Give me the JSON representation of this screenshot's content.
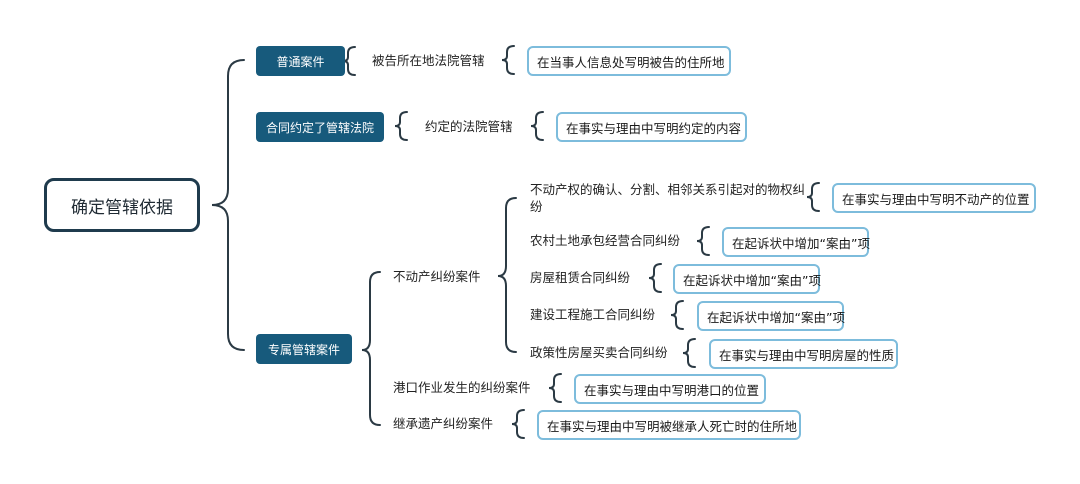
{
  "root": "确定管辖依据",
  "categories": {
    "ordinary": "普通案件",
    "agreed": "合同约定了管辖法院",
    "exclusive": "专属管辖案件"
  },
  "ordinary": {
    "rule": "被告所在地法院管辖",
    "note": "在当事人信息处写明被告的住所地"
  },
  "agreed": {
    "rule": "约定的法院管辖",
    "note": "在事实与理由中写明约定的内容"
  },
  "exclusive": {
    "real_estate": {
      "label": "不动产纠纷案件",
      "items": [
        {
          "label": "不动产权的确认、分割、相邻关系引起对的物权纠纷",
          "note": "在事实与理由中写明不动产的位置"
        },
        {
          "label": "农村土地承包经营合同纠纷",
          "note": "在起诉状中增加“案由”项"
        },
        {
          "label": "房屋租赁合同纠纷",
          "note": "在起诉状中增加“案由”项"
        },
        {
          "label": "建设工程施工合同纠纷",
          "note": "在起诉状中增加“案由”项"
        },
        {
          "label": "政策性房屋买卖合同纠纷",
          "note": "在事实与理由中写明房屋的性质"
        }
      ]
    },
    "port": {
      "label": "港口作业发生的纠纷案件",
      "note": "在事实与理由中写明港口的位置"
    },
    "inheritance": {
      "label": "继承遗产纠纷案件",
      "note": "在事实与理由中写明被继承人死亡时的住所地"
    }
  },
  "colors": {
    "category_fill": "#175a7c",
    "note_border": "#7dbcdc",
    "root_border": "#1f3b4d",
    "bracket": "#2b3a44"
  }
}
